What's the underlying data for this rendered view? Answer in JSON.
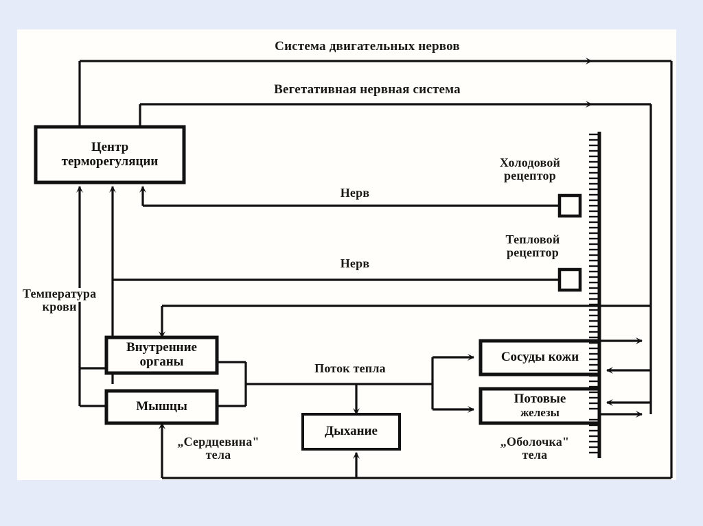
{
  "meta": {
    "title": "Схема терморегуляции организма",
    "page_bg": "#e6ebf9",
    "paper_bg": "#fffefb",
    "ink": "#111111"
  },
  "headers": {
    "motor_nerves": "Система двигательных нервов",
    "autonomic_nervous_system": "Вегетативная нервная система"
  },
  "boxes": {
    "thermoregulation_center": "Центр\nтерморегуляции",
    "internal_organs": "Внутренние\nорганы",
    "muscles": "Мышцы",
    "respiration": "Дыхание",
    "skin_vessels": "Сосуды кожи",
    "sweat_glands": "Потовые\nжелезы"
  },
  "labels": {
    "nerve_cold": "Нерв",
    "nerve_warm": "Нерв",
    "cold_receptor": "Холодовой\nрецептор",
    "warm_receptor": "Тепловой\nрецептор",
    "blood_temperature": "Температура\nкрови",
    "heat_flow": "Поток тепла",
    "body_core": "„Сердцевина\"\nтела",
    "body_shell": "„Оболочка\"\nтела"
  },
  "line_texts": {
    "thermoregulation_center_l1": "Центр",
    "thermoregulation_center_l2": "терморегуляции",
    "internal_organs_l1": "Внутренние",
    "internal_organs_l2": "органы",
    "sweat_glands_l1": "Потовые",
    "sweat_glands_l2": "железы",
    "body_core_l1": "„Сердцевина\"",
    "body_core_l2": "тела",
    "body_shell_l1": "„Оболочка\"",
    "body_shell_l2": "тела",
    "cold_receptor_l1": "Холодовой",
    "cold_receptor_l2": "рецептор",
    "warm_receptor_l1": "Тепловой",
    "warm_receptor_l2": "рецептор",
    "blood_temperature_l1": "Температура",
    "blood_temperature_l2": "крови"
  },
  "receptors": {
    "cold_receptor_symbol": "open-square",
    "warm_receptor_symbol": "open-square"
  },
  "boundary": {
    "name": "skin-boundary-hatched-line",
    "description": "hatched vertical line separating body core from body shell"
  }
}
